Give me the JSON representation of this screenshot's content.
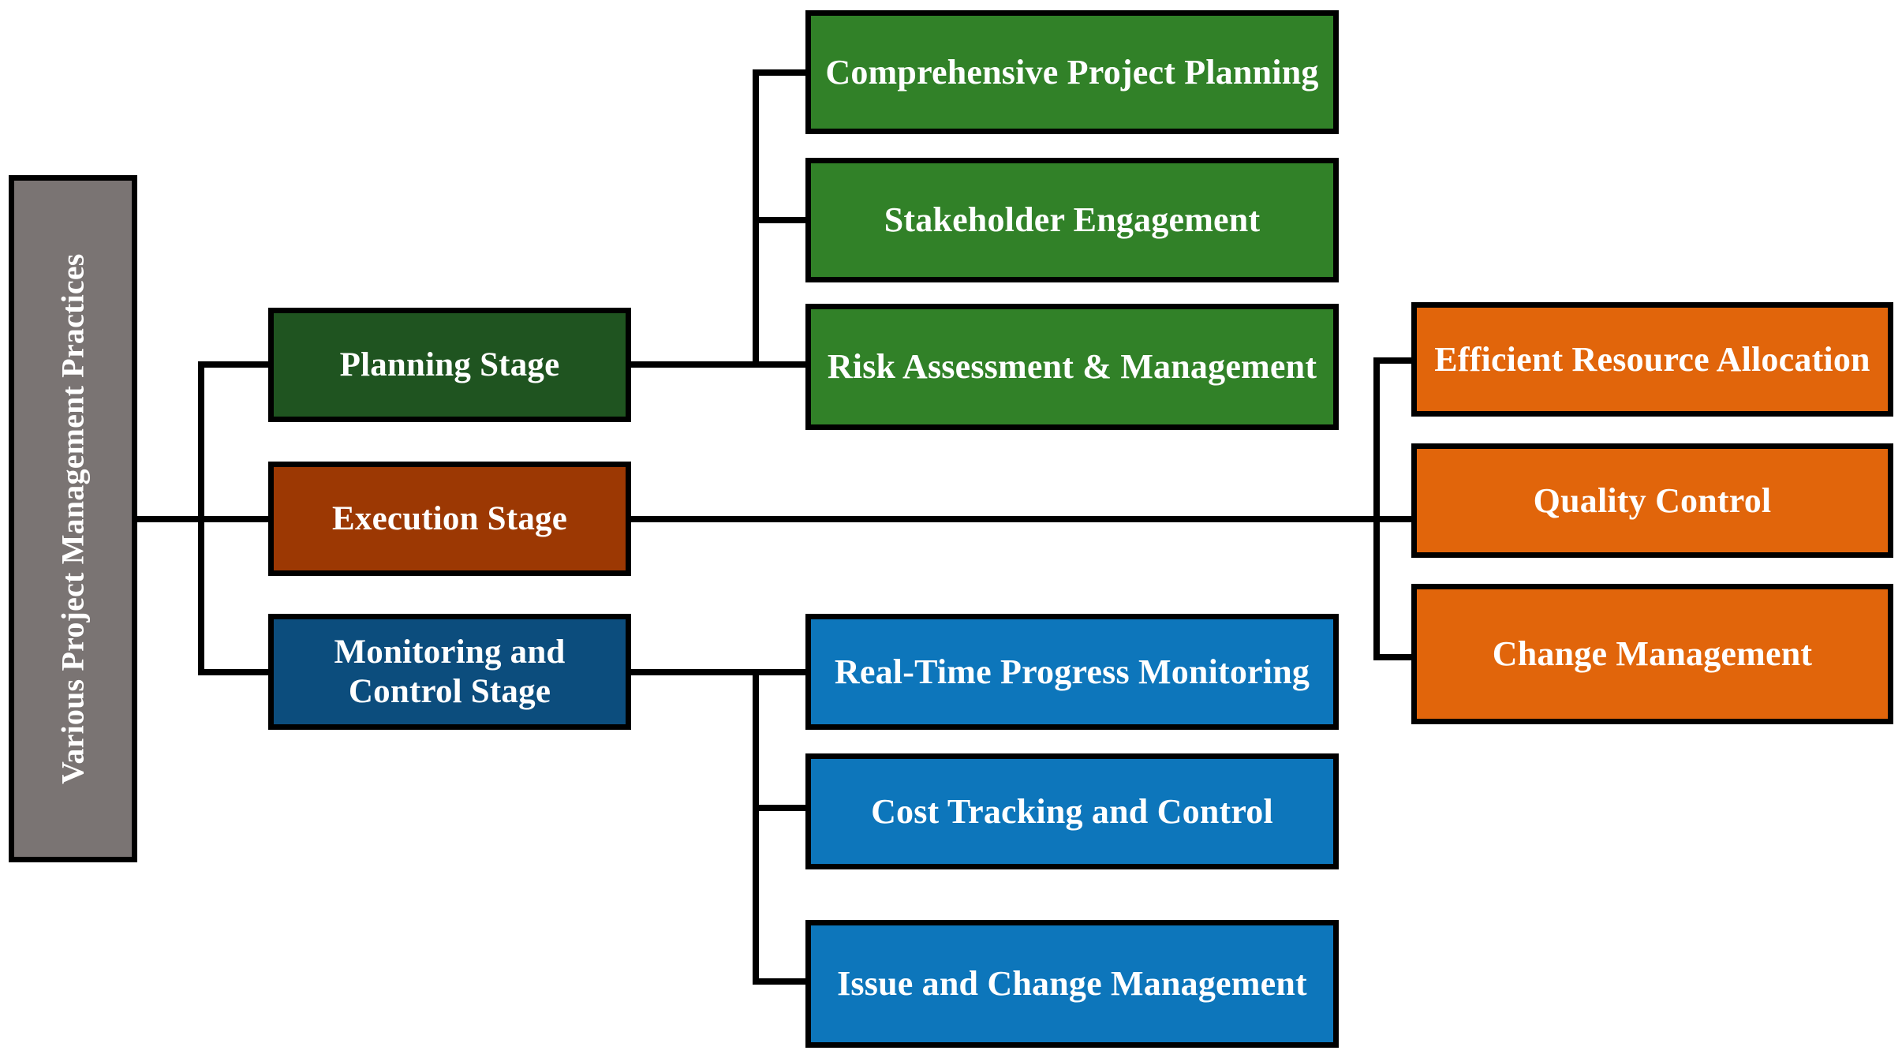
{
  "diagram": {
    "title_text": "Various Project Management Practices",
    "type": "tree-hierarchy",
    "background": "#ffffff",
    "line_color": "#000000",
    "border_color": "#000000",
    "text_color": "#ffffff",
    "colors": {
      "root_gray": "#7a7473",
      "planning_dark_green": "#1f5420",
      "planning_light_green": "#318128",
      "execution_brown": "#9c3803",
      "execution_orange": "#e1650b",
      "monitoring_dark_blue": "#0c4d7d",
      "monitoring_light_blue": "#0d76bb"
    },
    "root": {
      "label": "Various Project Management Practices"
    },
    "branches": [
      {
        "id": "planning",
        "label": "Planning Stage",
        "children": [
          {
            "label": "Comprehensive Project Planning"
          },
          {
            "label": "Stakeholder Engagement"
          },
          {
            "label": "Risk Assessment & Management"
          }
        ]
      },
      {
        "id": "execution",
        "label": "Execution Stage",
        "children": [
          {
            "label": "Efficient Resource Allocation"
          },
          {
            "label": "Quality Control"
          },
          {
            "label": "Change Management"
          }
        ]
      },
      {
        "id": "monitoring",
        "label": "Monitoring and Control Stage",
        "children": [
          {
            "label": "Real-Time Progress Monitoring"
          },
          {
            "label": "Cost Tracking and Control"
          },
          {
            "label": "Issue and Change Management"
          }
        ]
      }
    ]
  }
}
